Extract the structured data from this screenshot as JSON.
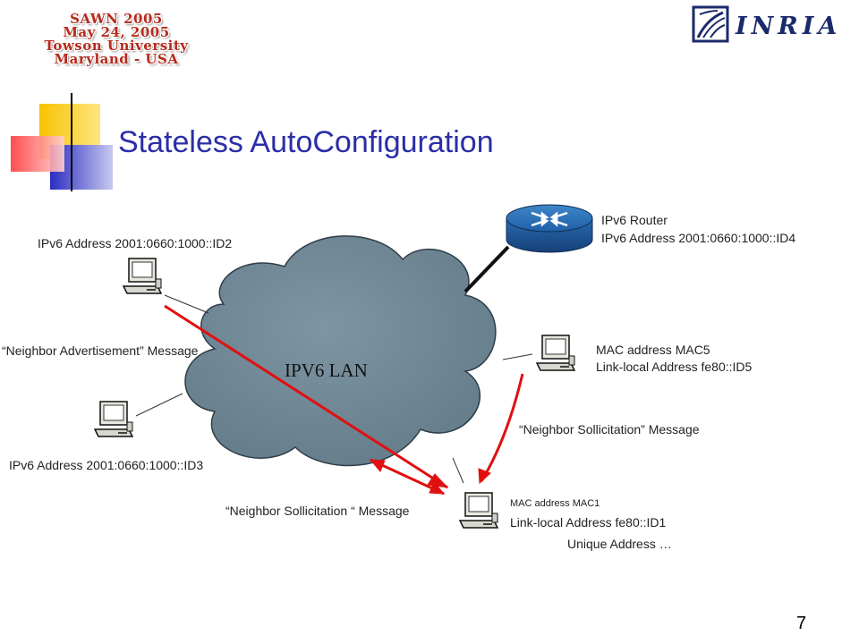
{
  "header": {
    "badge_lines": [
      "SAWN 2005",
      "May 24, 2005",
      "Towson University",
      "Maryland - USA"
    ],
    "logo_text": "INRIA"
  },
  "slide": {
    "title": "Stateless AutoConfiguration",
    "page_number": "7"
  },
  "diagram": {
    "lan_label": "IPV6 LAN",
    "router": {
      "name": "IPv6 Router",
      "address": "IPv6 Address 2001:0660:1000::ID4"
    },
    "host_id2": {
      "address": "IPv6 Address 2001:0660:1000::ID2"
    },
    "host_id3": {
      "address": "IPv6 Address 2001:0660:1000::ID3"
    },
    "host_mac5": {
      "mac": "MAC address MAC5",
      "link_local": "Link-local Address fe80::ID5"
    },
    "host_mac1": {
      "mac": "MAC address MAC1",
      "link_local": "Link-local Address fe80::ID1",
      "note": "Unique Address …"
    },
    "messages": {
      "neighbor_advertisement": "“Neighbor Advertisement” Message",
      "neighbor_solicitation_mac5": "“Neighbor Sollicitation” Message",
      "neighbor_solicitation_mac1": "“Neighbor Sollicitation “ Message"
    },
    "colors": {
      "cloud": "#6f8796",
      "arrow": "#e01010",
      "title": "#2b2ea8"
    }
  }
}
